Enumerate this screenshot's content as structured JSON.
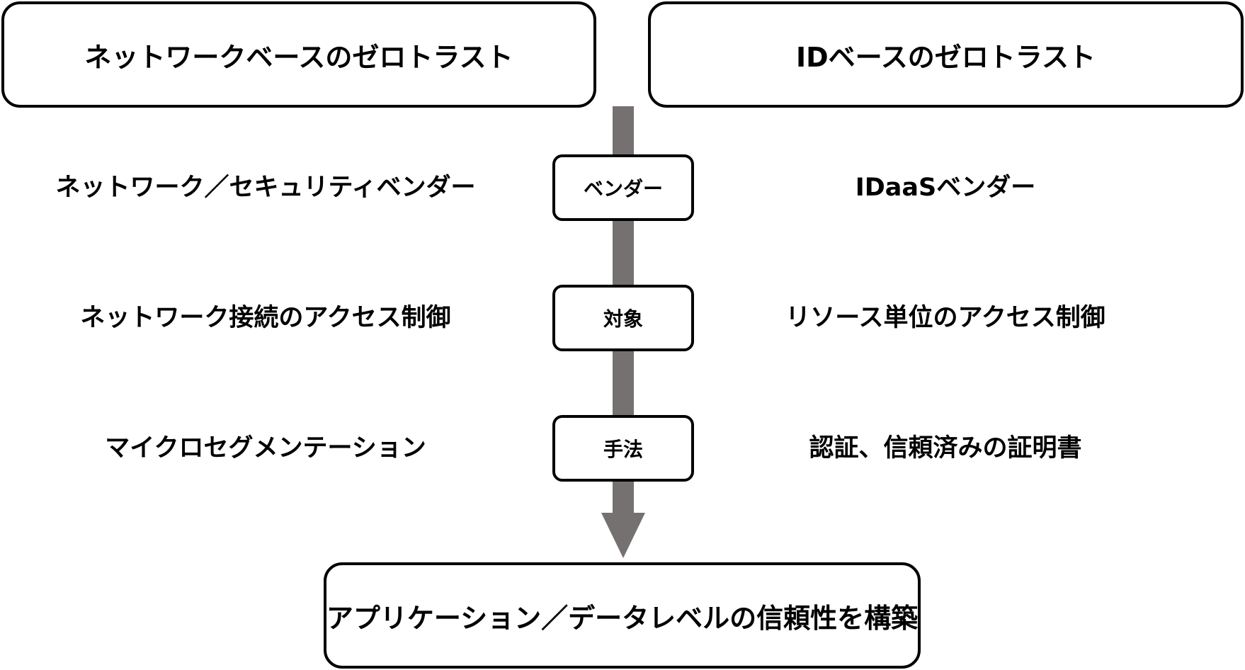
{
  "top": {
    "left_title": "ネットワークベースのゼロトラスト",
    "right_title": "IDベースのゼロトラスト"
  },
  "rows": [
    {
      "label": "ベンダー",
      "left": "ネットワーク／セキュリティベンダー",
      "right": "IDaaSベンダー"
    },
    {
      "label": "対象",
      "left": "ネットワーク接続のアクセス制御",
      "right": "リソース単位のアクセス制御"
    },
    {
      "label": "手法",
      "left": "マイクロセグメンテーション",
      "right": "認証、信頼済みの証明書"
    }
  ],
  "bottom": {
    "title": "アプリケーション／データレベルの信頼性を構築"
  },
  "colors": {
    "arrow": "#767171",
    "border": "#000000",
    "background": "#ffffff"
  }
}
